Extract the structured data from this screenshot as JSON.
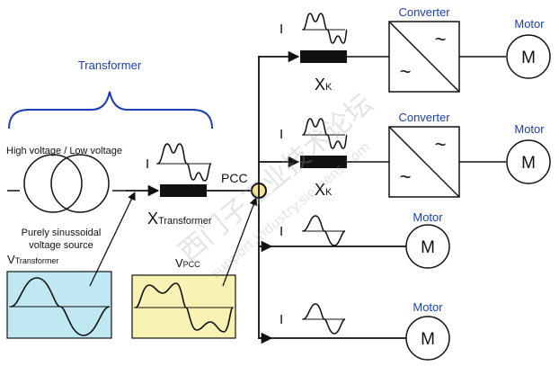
{
  "labels": {
    "transformer_title": "Transformer",
    "hv_lv": "High voltage / Low voltage",
    "source_line1": "Purely sinussoidal",
    "source_line2": "voltage source",
    "v_transformer_main": "V",
    "v_transformer_sub": "Transformer",
    "x_transformer_main": "X",
    "x_transformer_sub": "Transformer",
    "current_symbol": "I",
    "pcc": "PCC",
    "v_pcc_main": "V",
    "v_pcc_sub": "PCC",
    "xk_main": "X",
    "xk_sub": "K",
    "converter": "Converter",
    "motor": "Motor",
    "motor_symbol": "M",
    "converter_ac_symbol": "~"
  },
  "watermark": {
    "cn": "西门子工业技术论坛",
    "url": "support.industry.siemens.com"
  },
  "colors": {
    "title_blue": "#1a3fb0",
    "wave_box_blue": "#bfe8f2",
    "wave_box_yellow": "#f8f3b4",
    "pcc_node_fill": "#f2e58a",
    "converter_fill": "#ffffff",
    "line": "#111111"
  }
}
